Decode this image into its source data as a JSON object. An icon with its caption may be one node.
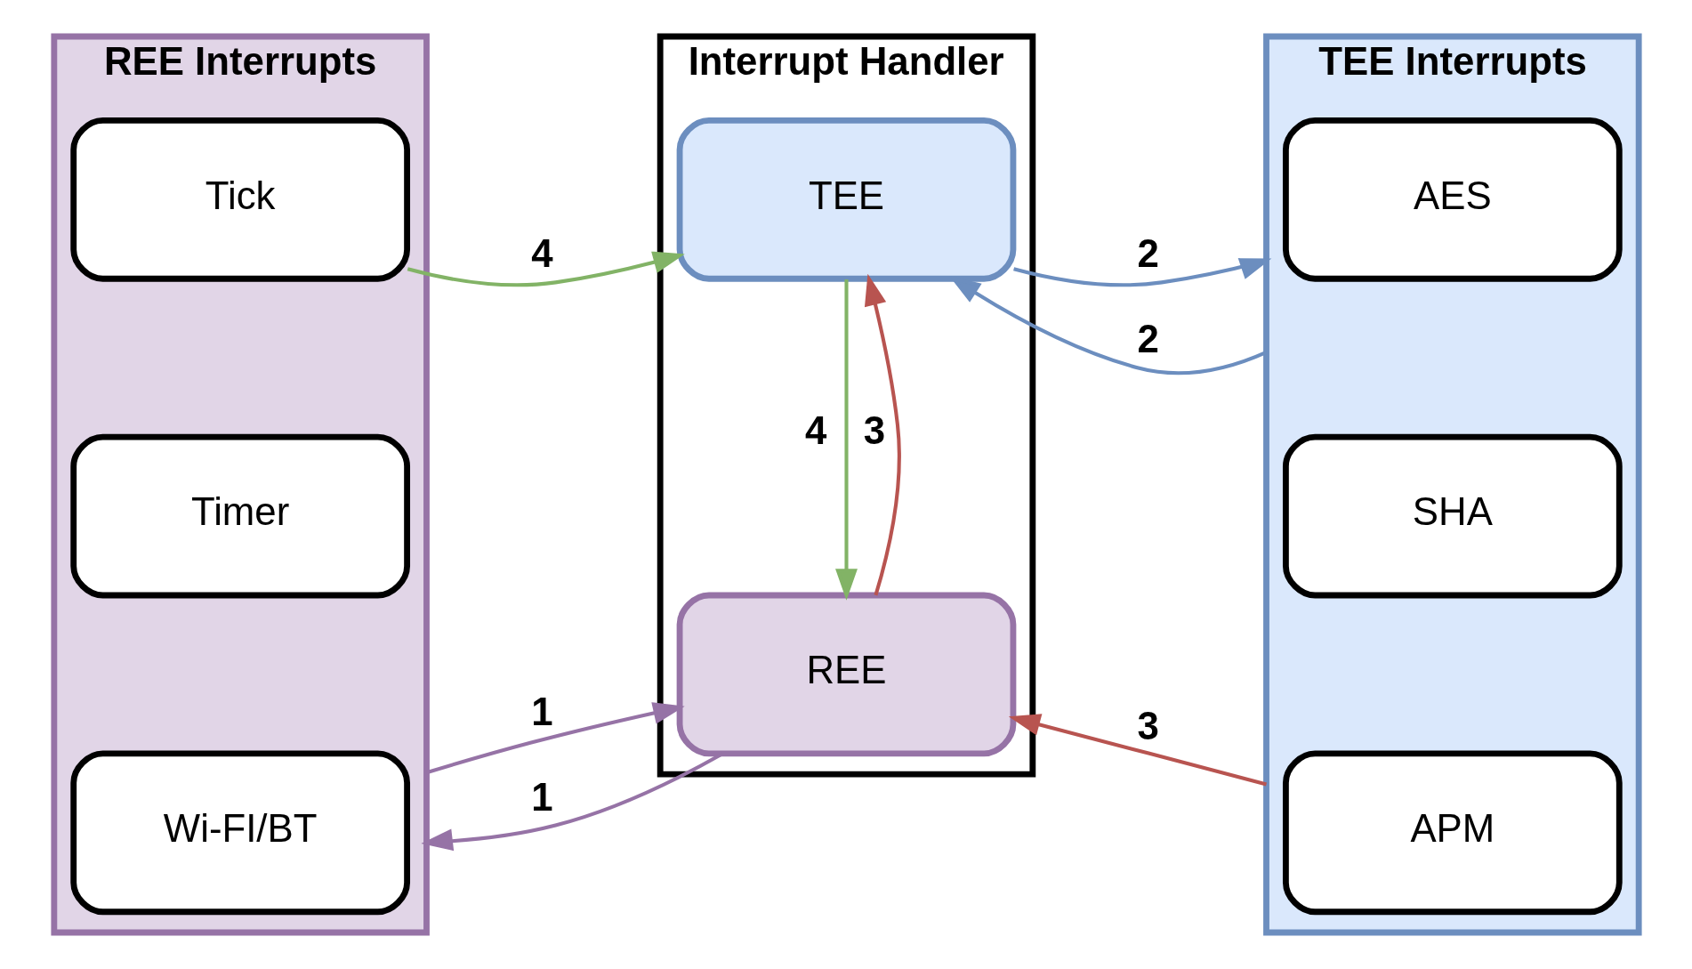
{
  "diagram": {
    "nodes": [
      {
        "text": [
          "Interrupt Handler"
        ]
      },
      {
        "text": [
          "REE Interrupts"
        ]
      },
      {
        "text": [
          "Tick"
        ],
        "in": 1
      },
      {
        "text": [
          "Timer"
        ],
        "in": 1
      },
      {
        "text": [
          "Wi-FI/BT"
        ],
        "in": 1
      },
      {
        "text": [
          "TEE"
        ],
        "in": 0
      },
      {
        "text": [
          "REE"
        ],
        "in": 0
      },
      {
        "text": [
          "TEE Interrupts"
        ]
      },
      {
        "text": [
          "AES"
        ],
        "in": 7
      },
      {
        "text": [
          "SHA"
        ],
        "in": 7
      },
      {
        "text": [
          "APM"
        ],
        "in": 7
      }
    ],
    "edges": [
      {
        "from": 2,
        "to": 5,
        "arrow": "to",
        "label": "4",
        "color": "#82b366"
      },
      {
        "from": 5,
        "to": 7,
        "arrow": "to",
        "label": "2",
        "color": "#6c8ebf"
      },
      {
        "from": 7,
        "to": 5,
        "arrow": "to",
        "label": "2",
        "color": "#6c8ebf"
      },
      {
        "from": 5,
        "to": 6,
        "arrow": "to",
        "label": "4",
        "color": "#82b366"
      },
      {
        "from": 6,
        "to": 5,
        "arrow": "to",
        "label": "3",
        "color": "#b85450"
      },
      {
        "from": 1,
        "to": 6,
        "arrow": "to",
        "label": "1",
        "color": "#9673a6"
      },
      {
        "from": 6,
        "to": 1,
        "arrow": "to",
        "label": "1",
        "color": "#9673a6"
      },
      {
        "from": 7,
        "to": 6,
        "arrow": "to",
        "label": "3",
        "color": "#b85450"
      }
    ]
  }
}
